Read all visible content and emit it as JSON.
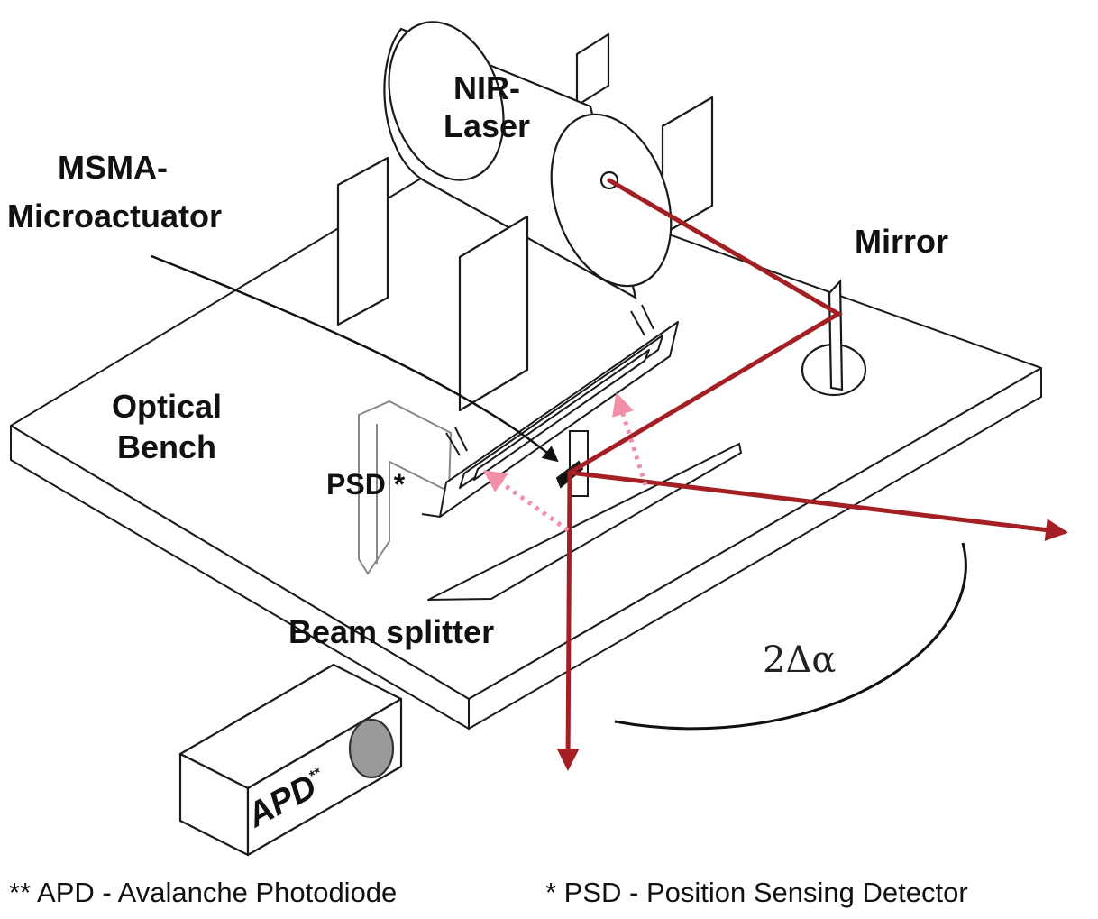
{
  "labels": {
    "laser": [
      "NIR-",
      "Laser"
    ],
    "actuator": [
      "MSMA-",
      "Microactuator"
    ],
    "mirror": "Mirror",
    "bench": [
      "Optical",
      "Bench"
    ],
    "psd": "PSD *",
    "beam_splitter": "Beam splitter",
    "angle": "2Δα",
    "apd": "APD",
    "apd_superscript": "**"
  },
  "footnotes": {
    "apd": "** APD - Avalanche Photodiode",
    "psd": "* PSD - Position Sensing Detector"
  },
  "colors": {
    "beam": "#a31f24",
    "reflected_beam": "#f28fa8",
    "outline": "#1a1a1a",
    "apd_lens": "#9a9a9a",
    "background": "#ffffff"
  }
}
